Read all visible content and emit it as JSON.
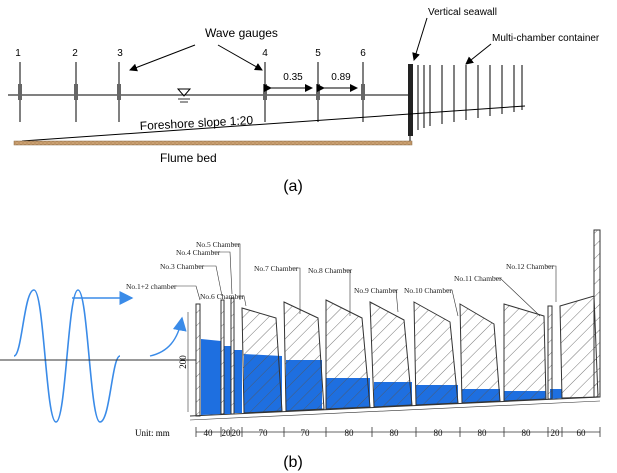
{
  "panel_a": {
    "caption": "(a)",
    "title_wave_gauges": "Wave gauges",
    "label_vertical_seawall": "Vertical seawall",
    "label_multi_chamber": "Multi-chamber container",
    "label_foreshore": "Foreshore slope 1:20",
    "label_flume_bed": "Flume bed",
    "gauge_labels": [
      "1",
      "2",
      "3",
      "4",
      "5",
      "6"
    ],
    "dim_45": "0.35",
    "dim_56": "0.89"
  },
  "panel_b": {
    "caption": "(b)",
    "unit_label": "Unit: mm",
    "height_label": "200",
    "chamber_labels": [
      "No.1+2 chamber",
      "No.3 Chamber",
      "No.4 Chamber",
      "No.5 Chamber",
      "No.6 Chamber",
      "No.7 Chamber",
      "No.8 Chamber",
      "No.9 Chamber",
      "No.10 Chamber",
      "No.11 Chamber",
      "No.12 Chamber"
    ],
    "bottom_dims": [
      "40",
      "20",
      "20",
      "70",
      "70",
      "80",
      "80",
      "80",
      "80",
      "80",
      "20",
      "60"
    ],
    "colors": {
      "water": "#1e6fe0",
      "wave": "#3a8be8",
      "line": "#333333"
    }
  }
}
